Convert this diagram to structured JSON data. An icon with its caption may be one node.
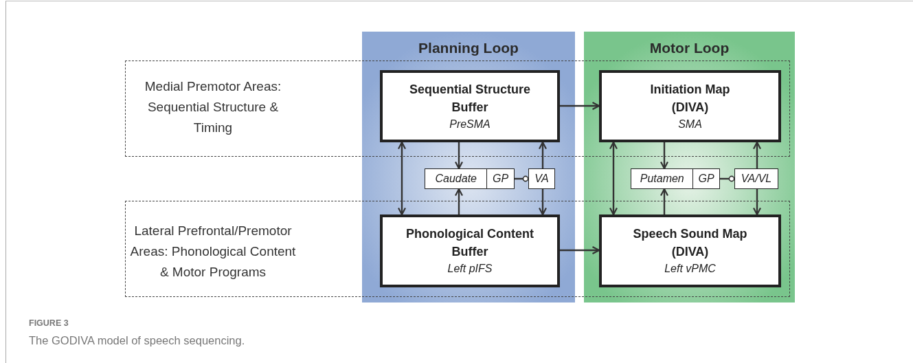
{
  "diagram": {
    "caption": "The GODIVA model of speech sequencing.",
    "nodes": [
      {
        "text": [
          "Planning Loop"
        ]
      },
      {
        "text": [
          "Motor Loop"
        ]
      },
      {
        "text": [
          "Sequential Structure Buffer",
          "PreSMA"
        ],
        "in": 0
      },
      {
        "text": [
          "Initiation Map (DIVA)",
          "SMA"
        ],
        "in": 1
      },
      {
        "text": [
          "Caudate"
        ],
        "in": 0
      },
      {
        "text": [
          "GP"
        ],
        "in": 0
      },
      {
        "text": [
          "VA"
        ],
        "in": 0
      },
      {
        "text": [
          "Putamen"
        ],
        "in": 1
      },
      {
        "text": [
          "GP"
        ],
        "in": 1
      },
      {
        "text": [
          "VA/VL"
        ],
        "in": 1
      },
      {
        "text": [
          "Phonological Content Buffer",
          "Left pIFS"
        ],
        "in": 0
      },
      {
        "text": [
          "Speech Sound Map (DIVA)",
          "Left vPMC"
        ],
        "in": 1
      }
    ],
    "edges": [
      {
        "from": 2,
        "to": 3,
        "arrow": "to"
      },
      {
        "from": 10,
        "to": 11,
        "arrow": "to"
      },
      {
        "from": 2,
        "to": 10,
        "arrow": "both"
      },
      {
        "from": 2,
        "to": 4,
        "arrow": "to"
      },
      {
        "from": 10,
        "to": 4,
        "arrow": "to"
      },
      {
        "from": 6,
        "to": 2,
        "arrow": "to"
      },
      {
        "from": 6,
        "to": 10,
        "arrow": "to"
      },
      {
        "from": 5,
        "to": 6,
        "arrow": "other"
      },
      {
        "from": 3,
        "to": 11,
        "arrow": "both"
      },
      {
        "from": 3,
        "to": 7,
        "arrow": "to"
      },
      {
        "from": 11,
        "to": 7,
        "arrow": "to"
      },
      {
        "from": 9,
        "to": 3,
        "arrow": "to"
      },
      {
        "from": 9,
        "to": 11,
        "arrow": "to"
      },
      {
        "from": 8,
        "to": 9,
        "arrow": "other"
      }
    ],
    "labels": [
      "Medial Premotor Areas: Sequential Structure & Timing",
      "Lateral Prefrontal/Premotor Areas: Phonological Content & Motor Programs",
      "FIGURE 3"
    ]
  }
}
